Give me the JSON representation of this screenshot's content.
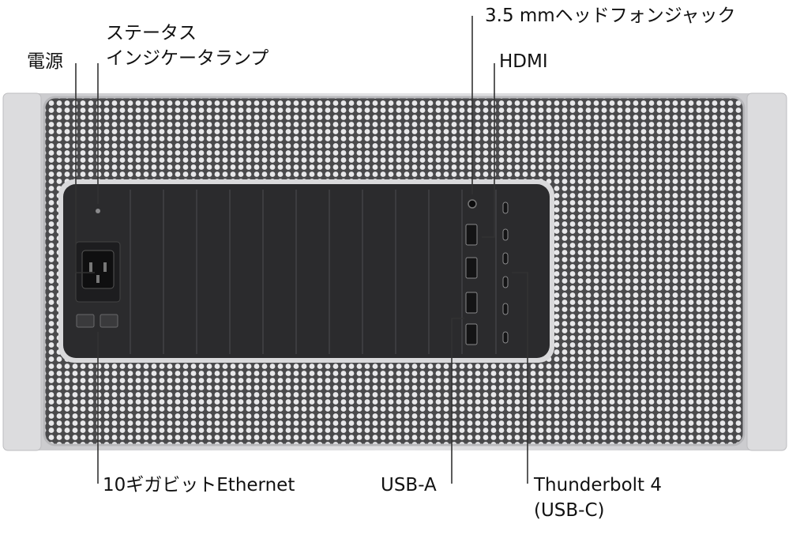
{
  "labels": {
    "power": "電源",
    "status_lamp_line1": "ステータス",
    "status_lamp_line2": "インジケータランプ",
    "headphone": "3.5 mmヘッドフォンジャック",
    "hdmi": "HDMI",
    "ethernet": "10ギガビットEthernet",
    "usb_a": "USB-A",
    "thunderbolt_line1": "Thunderbolt 4",
    "thunderbolt_line2": "(USB-C)"
  },
  "colors": {
    "chassis": "#d6d6d8",
    "grille": "#4a4a4c",
    "panel": "#2b2b2d",
    "callout": "#333333"
  }
}
